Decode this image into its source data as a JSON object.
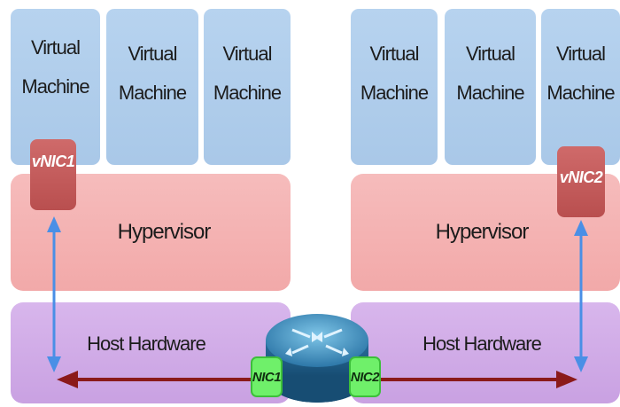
{
  "left_host": {
    "vms": [
      "Virtual\nMachine",
      "Virtual\nMachine",
      "Virtual\nMachine"
    ],
    "vnic_label": "vNIC1",
    "hypervisor_label": "Hypervisor",
    "hardware_label": "Host Hardware"
  },
  "right_host": {
    "vms": [
      "Virtual\nMachine",
      "Virtual\nMachine",
      "Virtual\nMachine"
    ],
    "vnic_label": "vNIC2",
    "hypervisor_label": "Hypervisor",
    "hardware_label": "Host Hardware"
  },
  "switch": {
    "nic_left_label": "NIC1",
    "nic_right_label": "NIC2"
  },
  "colors": {
    "vm": "#a9c8e8",
    "hypervisor": "#f2a9a9",
    "hardware": "#c9a1e2",
    "vnic": "#b94f4f",
    "nic": "#6ff06a",
    "vertical_arrow": "#4a8fe6",
    "horizontal_arrow": "#8b1a1a",
    "router": "#2f7fb0"
  }
}
